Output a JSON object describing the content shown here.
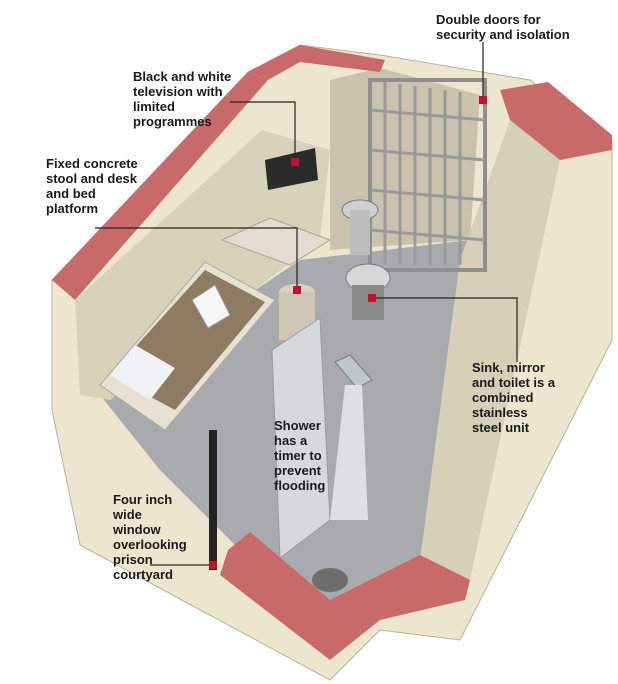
{
  "labels": {
    "doors": "Double doors for\nsecurity and isolation",
    "tv": "Black and white\ntelevision  with\nlimited\nprogrammes",
    "concrete": "Fixed concrete\nstool and desk\nand bed\nplatform",
    "sink": "Sink, mirror\nand toilet is a\ncombined\nstainless\nsteel unit",
    "shower": "Shower\nhas a\ntimer to\nprevent\nflooding",
    "window": "Four inch\nwide\nwindow\noverlooking\nprison\ncourtyard"
  },
  "colors": {
    "wall_top": "#c96a6a",
    "wall_face": "#ece6cf",
    "wall_inner": "#d8d2bb",
    "floor": "#a9aaad",
    "marker": "#c8102e",
    "leader": "#222222"
  }
}
